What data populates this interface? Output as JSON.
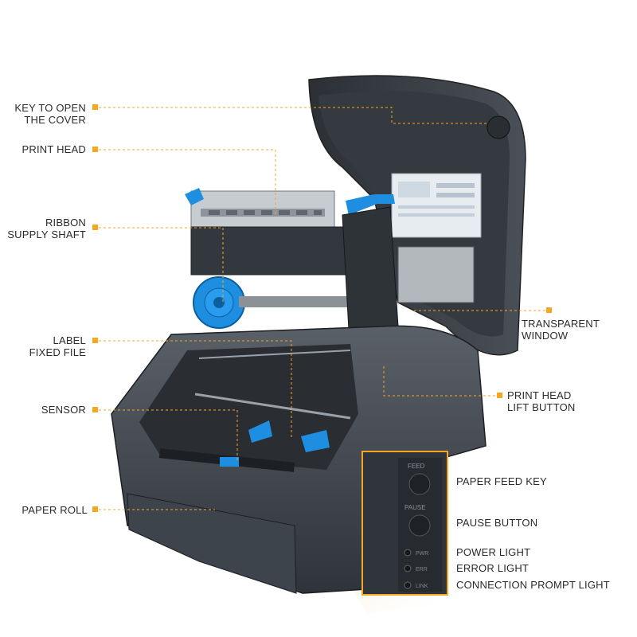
{
  "colors": {
    "leader": "#f5a623",
    "body_dark": "#3b4047",
    "body_mid": "#4d535b",
    "body_light": "#6b727a",
    "accent_blue": "#1e8fe0",
    "text": "#2b2b2b"
  },
  "callouts": {
    "key_to_open": [
      "KEY TO OPEN",
      "THE COVER"
    ],
    "print_head": [
      "PRINT HEAD"
    ],
    "ribbon_supply": [
      "RIBBON",
      "SUPPLY SHAFT"
    ],
    "label_fixed": [
      "LABEL",
      "FIXED FILE"
    ],
    "sensor": [
      "SENSOR"
    ],
    "paper_roll": [
      "PAPER ROLL"
    ],
    "transparent_window": [
      "TRANSPARENT",
      "WINDOW"
    ],
    "print_head_lift": [
      "PRINT HEAD",
      "LIFT BUTTON"
    ],
    "paper_feed_key": [
      "PAPER FEED KEY"
    ],
    "pause_button": [
      "PAUSE BUTTON"
    ],
    "power_light": [
      "POWER LIGHT"
    ],
    "error_light": [
      "ERROR LIGHT"
    ],
    "connection_light": [
      "CONNECTION PROMPT LIGHT"
    ]
  },
  "panel": {
    "feed_label": "FEED",
    "pause_label": "PAUSE",
    "pwr_label": "PWR",
    "err_label": "ERR",
    "link_label": "LINK"
  }
}
